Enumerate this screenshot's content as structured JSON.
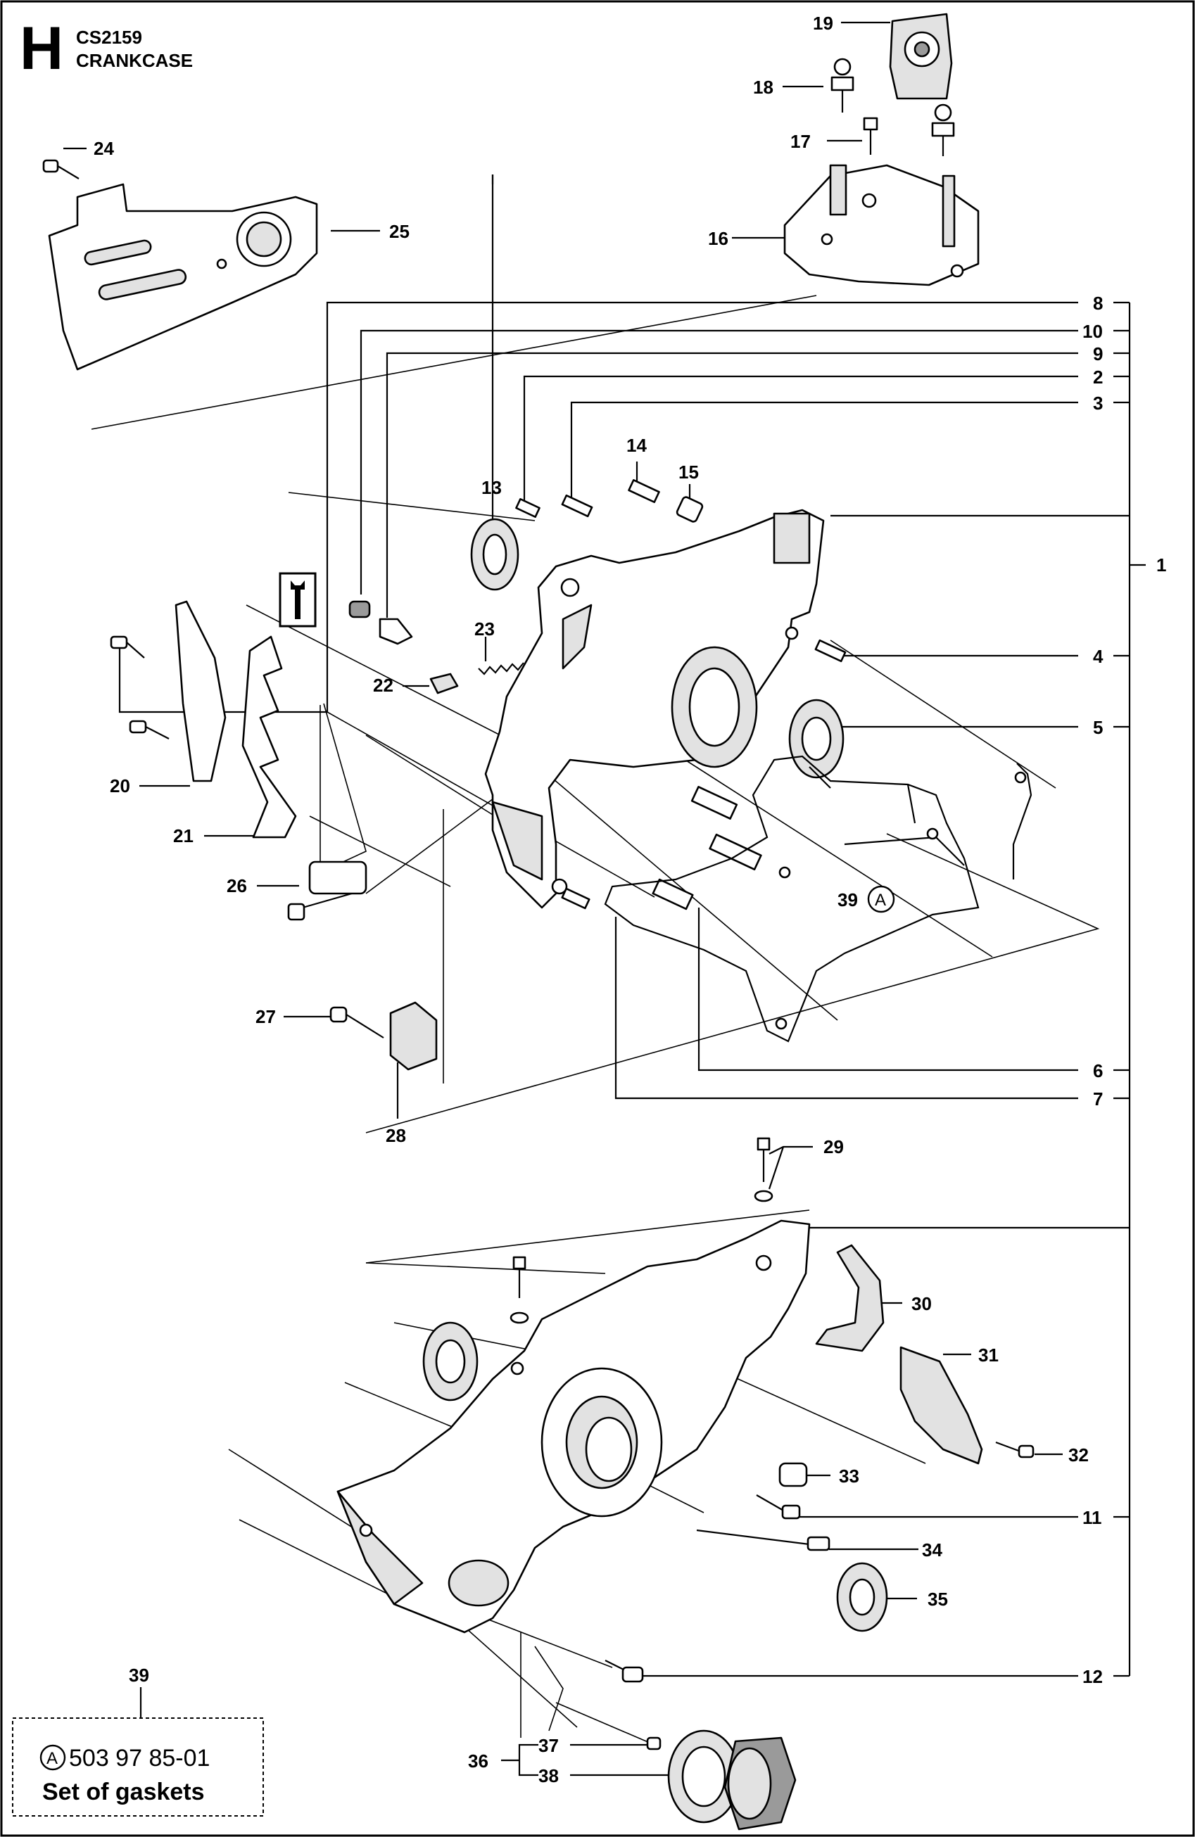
{
  "header": {
    "section_letter": "H",
    "model": "CS2159",
    "section_title": "CRANKCASE"
  },
  "callouts": {
    "p1": "1",
    "p2": "2",
    "p3": "3",
    "p4": "4",
    "p5": "5",
    "p6": "6",
    "p7": "7",
    "p8": "8",
    "p9": "9",
    "p10": "10",
    "p11": "11",
    "p12": "12",
    "p13": "13",
    "p14": "14",
    "p15": "15",
    "p16": "16",
    "p17": "17",
    "p18": "18",
    "p19": "19",
    "p20": "20",
    "p21": "21",
    "p22": "22",
    "p23": "23",
    "p24": "24",
    "p25": "25",
    "p26": "26",
    "p27": "27",
    "p28": "28",
    "p29": "29",
    "p30": "30",
    "p31": "31",
    "p32": "32",
    "p33": "33",
    "p34": "34",
    "p35": "35",
    "p36": "36",
    "p37": "37",
    "p38": "38",
    "p39": "39",
    "p39_in_diagram": "39"
  },
  "marker_letter": "A",
  "gasket_kit": {
    "ref": "39",
    "marker": "A",
    "part_number": "503 97 85-01",
    "description": "Set of gaskets"
  },
  "icons": {
    "tool_symbol": "wrench-icon"
  }
}
